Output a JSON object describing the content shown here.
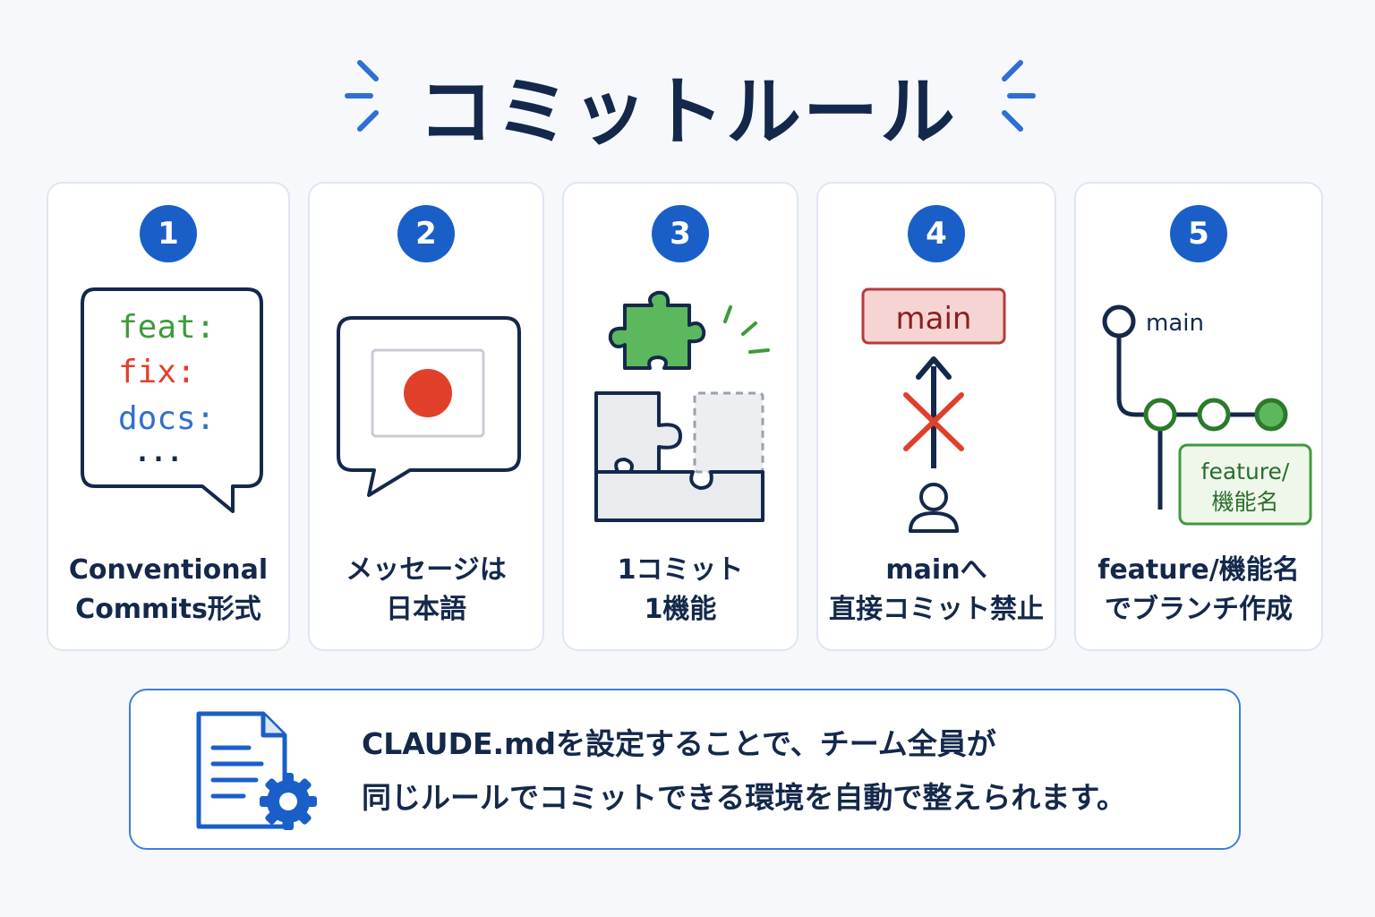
{
  "title": "コミットルール",
  "colors": {
    "accent": "#1a5fc8",
    "navy": "#14284b",
    "green": "#3f9a3c",
    "red": "#e0402a",
    "code_blue": "#2f6fd0"
  },
  "cards": [
    {
      "number": "1",
      "icon": "speech-bubble-code-icon",
      "code_lines": [
        "feat:",
        "fix:",
        "docs:",
        "..."
      ],
      "caption_line1": "Conventional",
      "caption_line2": "Commits形式"
    },
    {
      "number": "2",
      "icon": "japan-flag-icon",
      "caption_line1": "メッセージは",
      "caption_line2": "日本語"
    },
    {
      "number": "3",
      "icon": "puzzle-icon",
      "caption_line1": "1コミット",
      "caption_line2": "1機能"
    },
    {
      "number": "4",
      "icon": "blocked-push-icon",
      "branch_label": "main",
      "caption_line1": "mainへ",
      "caption_line2": "直接コミット禁止"
    },
    {
      "number": "5",
      "icon": "git-branch-icon",
      "main_label": "main",
      "feature_label_line1": "feature/",
      "feature_label_line2": "機能名",
      "caption_line1": "feature/機能名",
      "caption_line2": "でブランチ作成"
    }
  ],
  "footer": {
    "icon": "document-gear-icon",
    "line1": "CLAUDE.mdを設定することで、チーム全員が",
    "line2": "同じルールでコミットできる環境を自動で整えられます。"
  }
}
